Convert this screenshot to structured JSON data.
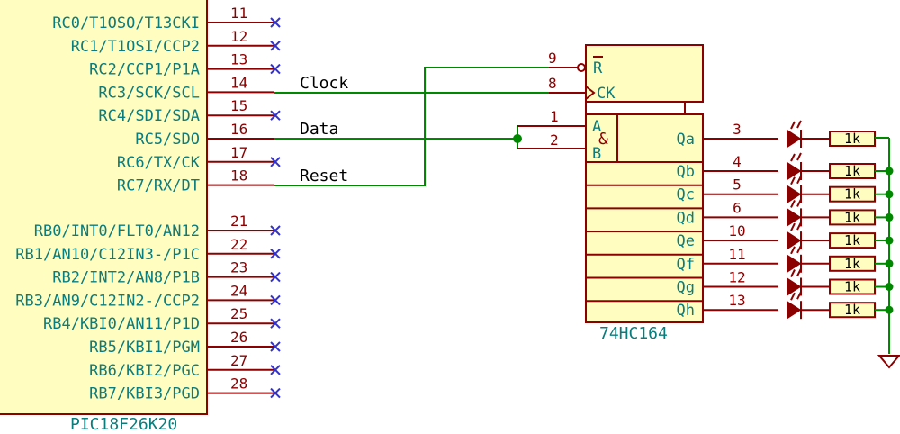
{
  "colors": {
    "pin": "#8b0000",
    "wire": "#008800",
    "body_fill": "#fffec0",
    "pin_name": "#0b7c7c",
    "no_connect": "#3333cc"
  },
  "mcu": {
    "ref": "PIC18F26K20",
    "pins_c": [
      {
        "name": "RC0/T1OSO/T13CKI",
        "num": "11",
        "nc": true
      },
      {
        "name": "RC1/T1OSI/CCP2",
        "num": "12",
        "nc": true
      },
      {
        "name": "RC2/CCP1/P1A",
        "num": "13",
        "nc": true
      },
      {
        "name": "RC3/SCK/SCL",
        "num": "14",
        "nc": false
      },
      {
        "name": "RC4/SDI/SDA",
        "num": "15",
        "nc": true
      },
      {
        "name": "RC5/SDO",
        "num": "16",
        "nc": false
      },
      {
        "name": "RC6/TX/CK",
        "num": "17",
        "nc": true
      },
      {
        "name": "RC7/RX/DT",
        "num": "18",
        "nc": false
      }
    ],
    "pins_b": [
      {
        "name": "RB0/INT0/FLT0/AN12",
        "num": "21",
        "nc": true
      },
      {
        "name": "RB1/AN10/C12IN3-/P1C",
        "num": "22",
        "nc": true
      },
      {
        "name": "RB2/INT2/AN8/P1B",
        "num": "23",
        "nc": true
      },
      {
        "name": "RB3/AN9/C12IN2-/CCP2",
        "num": "24",
        "nc": true
      },
      {
        "name": "RB4/KBI0/AN11/P1D",
        "num": "25",
        "nc": true
      },
      {
        "name": "RB5/KBI1/PGM",
        "num": "26",
        "nc": true
      },
      {
        "name": "RB6/KBI2/PGC",
        "num": "27",
        "nc": true
      },
      {
        "name": "RB7/KBI3/PGD",
        "num": "28",
        "nc": true
      }
    ]
  },
  "nets": {
    "clock": "Clock",
    "data": "Data",
    "reset": "Reset"
  },
  "shift_register": {
    "ref": "74HC164",
    "inputs": [
      {
        "name": "R",
        "num": "9"
      },
      {
        "name": "CK",
        "num": "8"
      },
      {
        "name": "A",
        "num": "1"
      },
      {
        "name": "B",
        "num": "2"
      }
    ],
    "and_symbol": "&",
    "outputs": [
      {
        "name": "Qa",
        "num": "3"
      },
      {
        "name": "Qb",
        "num": "4"
      },
      {
        "name": "Qc",
        "num": "5"
      },
      {
        "name": "Qd",
        "num": "6"
      },
      {
        "name": "Qe",
        "num": "10"
      },
      {
        "name": "Qf",
        "num": "11"
      },
      {
        "name": "Qg",
        "num": "12"
      },
      {
        "name": "Qh",
        "num": "13"
      }
    ]
  },
  "resistor_value": "1k"
}
